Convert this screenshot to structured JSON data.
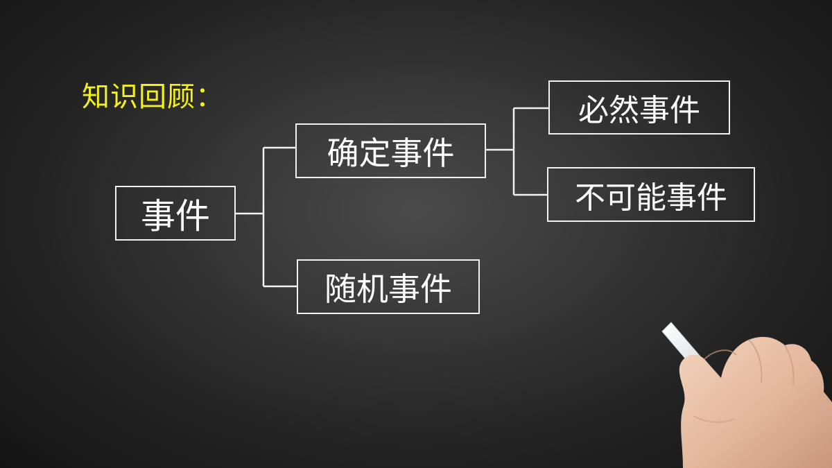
{
  "slide": {
    "title": "知识回顾：",
    "nodes": {
      "root": "事件",
      "deterministic": "确定事件",
      "random": "随机事件",
      "certain": "必然事件",
      "impossible": "不可能事件"
    }
  },
  "colors": {
    "title": "#f4f01e",
    "line": "#f2f2f2",
    "text": "#ffffff"
  },
  "icons": {
    "chalk_hand": "hand-holding-chalk-illustration"
  }
}
